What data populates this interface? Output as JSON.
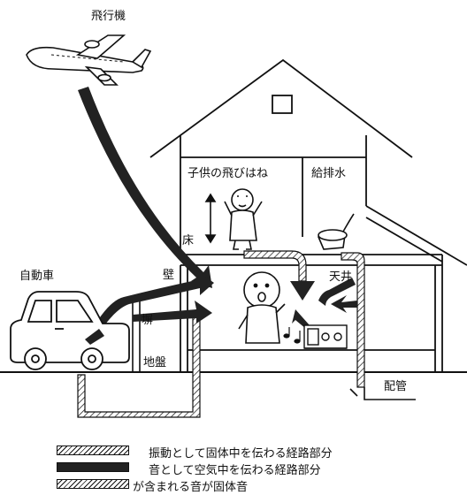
{
  "labels": {
    "airplane": "飛行機",
    "child_jumping": "子供の飛びはね",
    "water_supply_drainage": "給排水",
    "floor": "床",
    "wall": "壁",
    "ceiling": "天井",
    "car": "自動車",
    "fence": "塀",
    "ground": "地盤",
    "piping": "配管"
  },
  "legend": {
    "hatched_path": "振動として固体中を伝わる経路部分",
    "solid_path": "音として空気中を伝わる経路部分",
    "structure_borne_note": "が含まれる音が固体音"
  },
  "colors": {
    "line": "#111111",
    "path_fill": "#222222",
    "background": "#ffffff"
  }
}
